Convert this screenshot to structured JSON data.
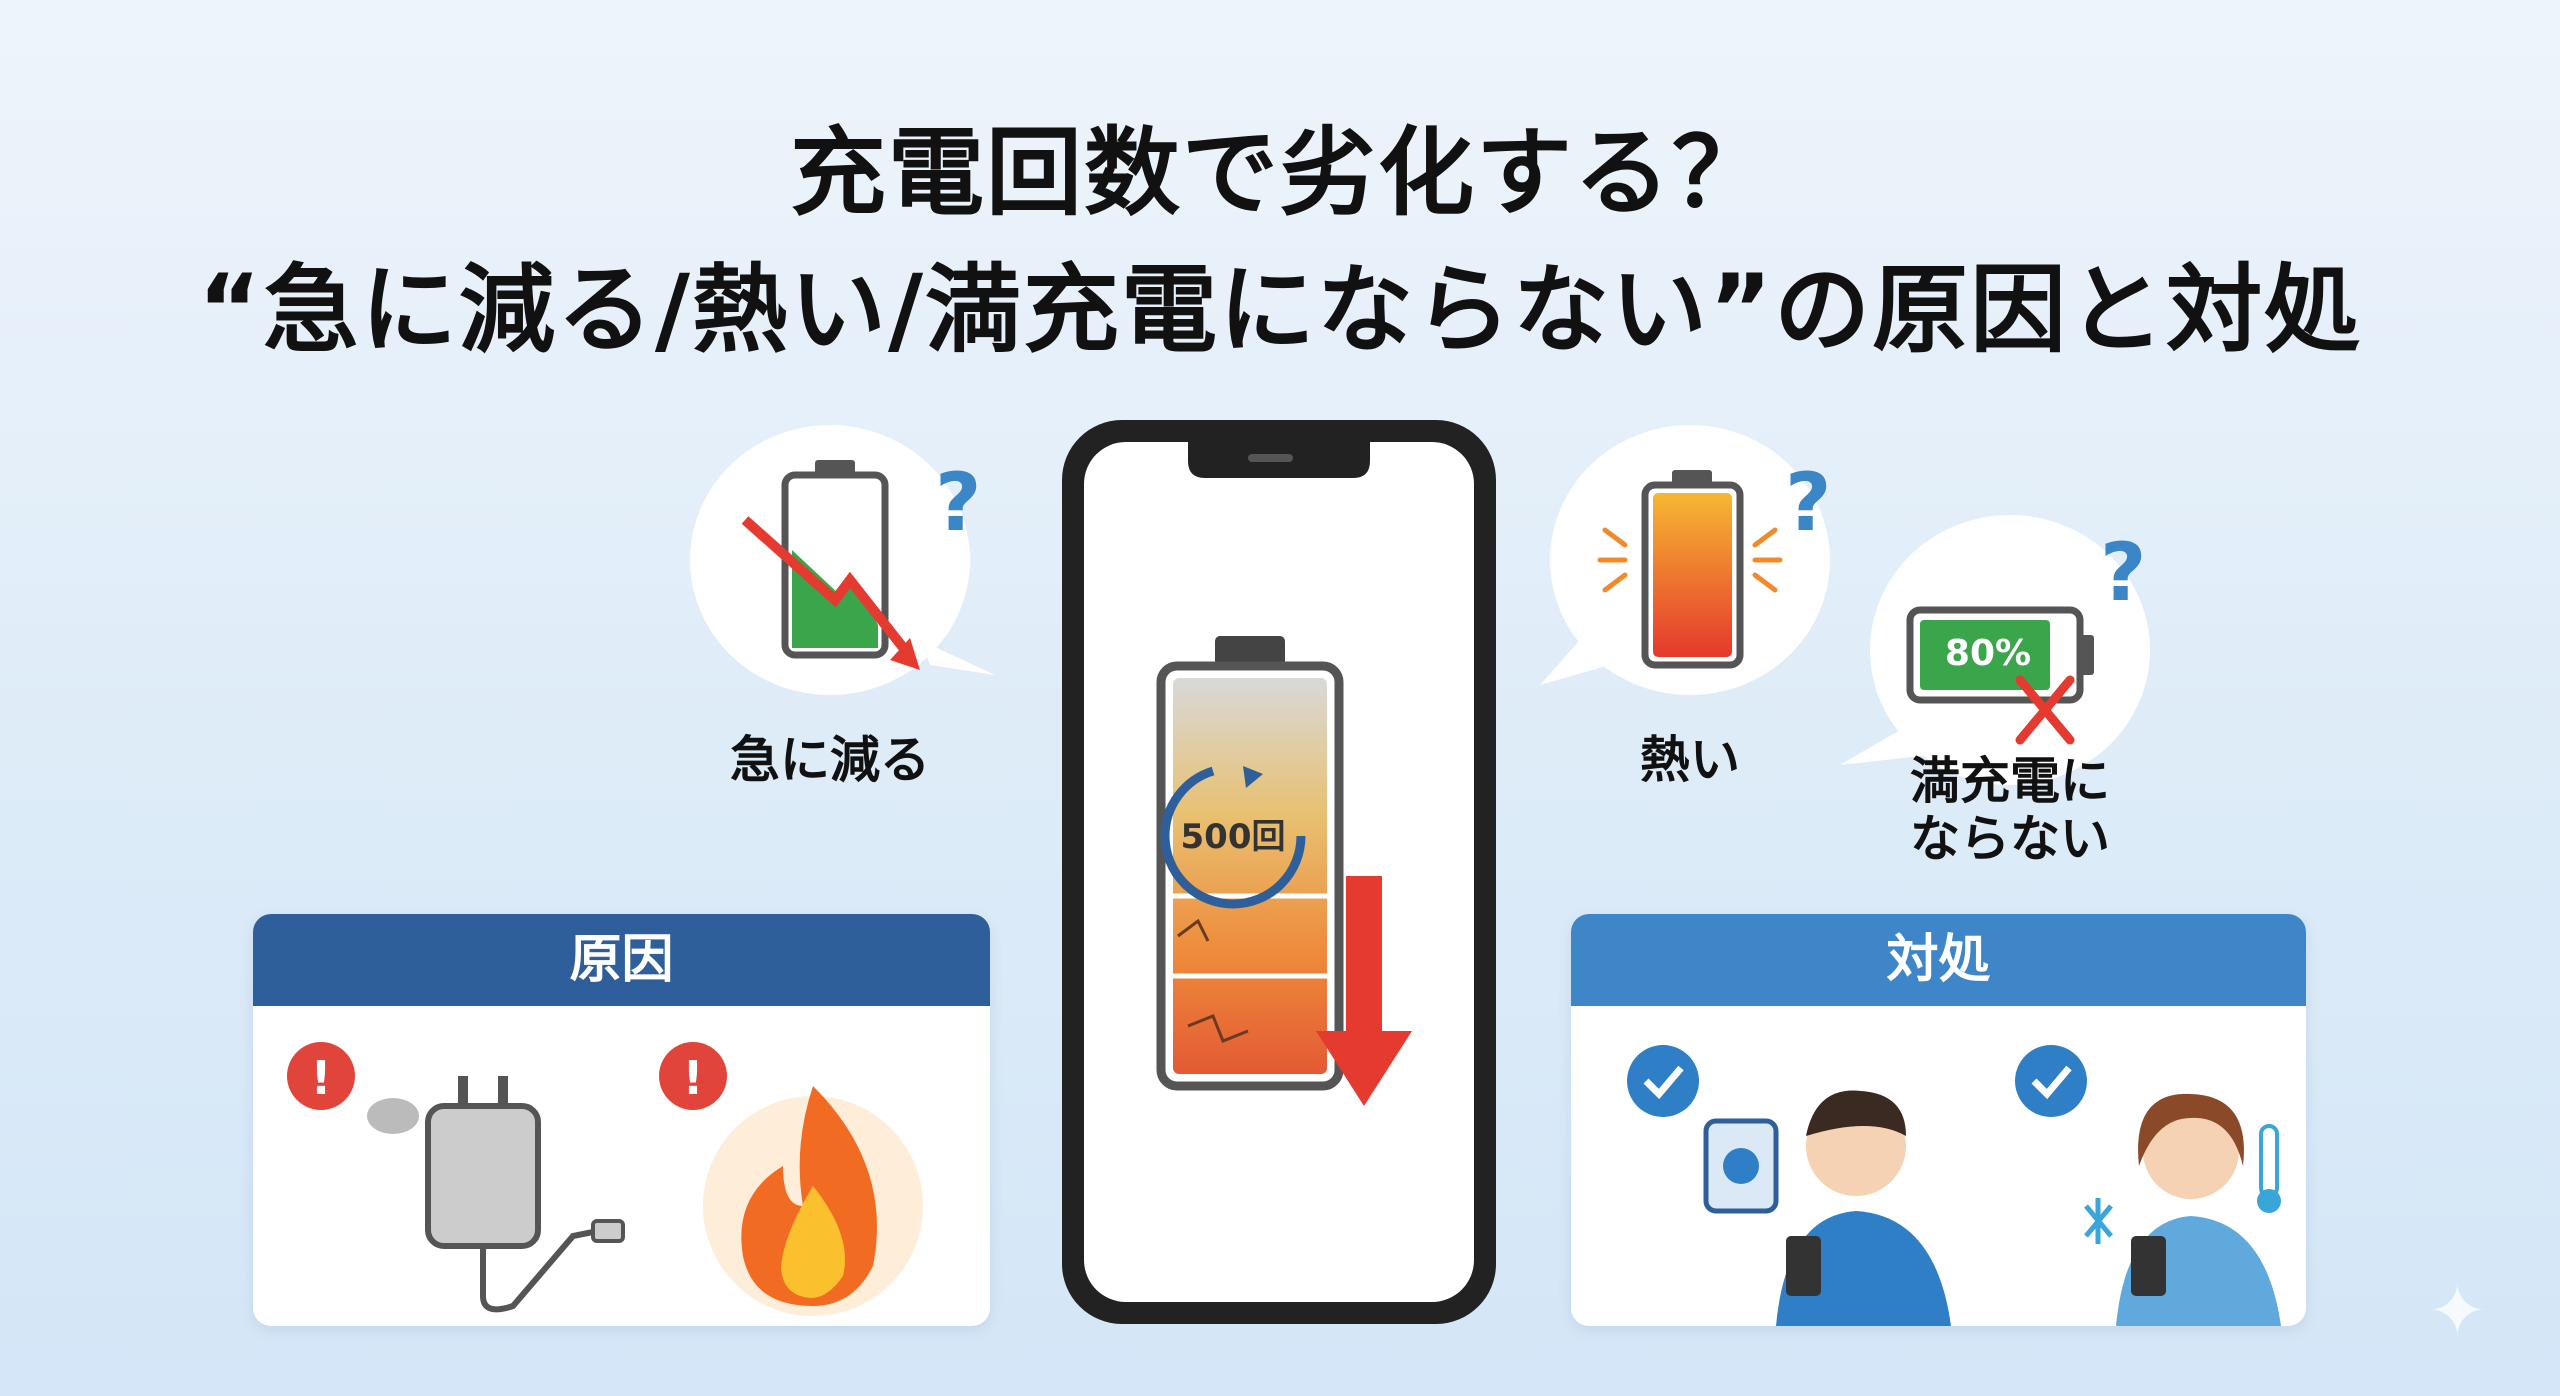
{
  "title": {
    "line1": "充電回数で劣化する？",
    "line2": "“急に減る/熱い/満充電にならない”の原因と対処"
  },
  "symptoms": [
    {
      "label": "急に減る",
      "icon": "battery-drop-icon"
    },
    {
      "label": "熱い",
      "icon": "hot-battery-icon"
    },
    {
      "label_line1": "満充電に",
      "label_line2": "ならない",
      "battery_text": "80%",
      "icon": "battery-80-cross-icon"
    }
  ],
  "question_mark": "?",
  "phone": {
    "cycle_label": "500回"
  },
  "cause": {
    "header": "原因",
    "header_color": "#2f5f9a"
  },
  "remedy": {
    "header": "対処",
    "header_color": "#3f86c8"
  }
}
